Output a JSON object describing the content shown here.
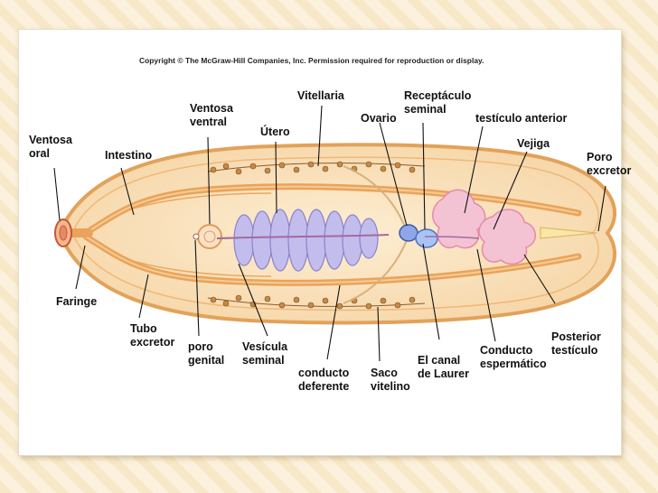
{
  "copyright": "Copyright © The McGraw-Hill Companies, Inc. Permission required for reproduction or display.",
  "labels": {
    "ventosa_oral_1": "Ventosa",
    "ventosa_oral_2": "oral",
    "intestino": "Intestino",
    "faringe": "Faringe",
    "tubo_excretor_1": "Tubo",
    "tubo_excretor_2": "excretor",
    "poro_genital_1": "poro",
    "poro_genital_2": "genital",
    "ventosa_ventral_1": "Ventosa",
    "ventosa_ventral_2": "ventral",
    "utero": "Útero",
    "vitellaria": "Vitellaria",
    "vesicula_seminal_1": "Vesícula",
    "vesicula_seminal_2": "seminal",
    "conducto_deferente_1": "conducto",
    "conducto_deferente_2": "deferente",
    "saco_vitelino_1": "Saco",
    "saco_vitelino_2": "vitelino",
    "ovario": "Ovario",
    "receptaculo_seminal_1": "Receptáculo",
    "receptaculo_seminal_2": "seminal",
    "testiculo_anterior": "testículo anterior",
    "vejiga": "Vejiga",
    "poro_excretor_1": "Poro",
    "poro_excretor_2": "excretor",
    "canal_laurer_1": "El canal",
    "canal_laurer_2": "de Laurer",
    "conducto_espermatico_1": "Conducto",
    "conducto_espermatico_2": "espermático",
    "posterior_testiculo_1": "Posterior",
    "posterior_testiculo_2": "testículo"
  },
  "colors": {
    "body_fill": "#fbe6c4",
    "body_outline": "#e2a25a",
    "intestine": "#e9a35c",
    "uterus": "#b9b4e6",
    "testis": "#f3c3d4",
    "vitelline": "#8a5a2a",
    "leader": "#111111"
  }
}
